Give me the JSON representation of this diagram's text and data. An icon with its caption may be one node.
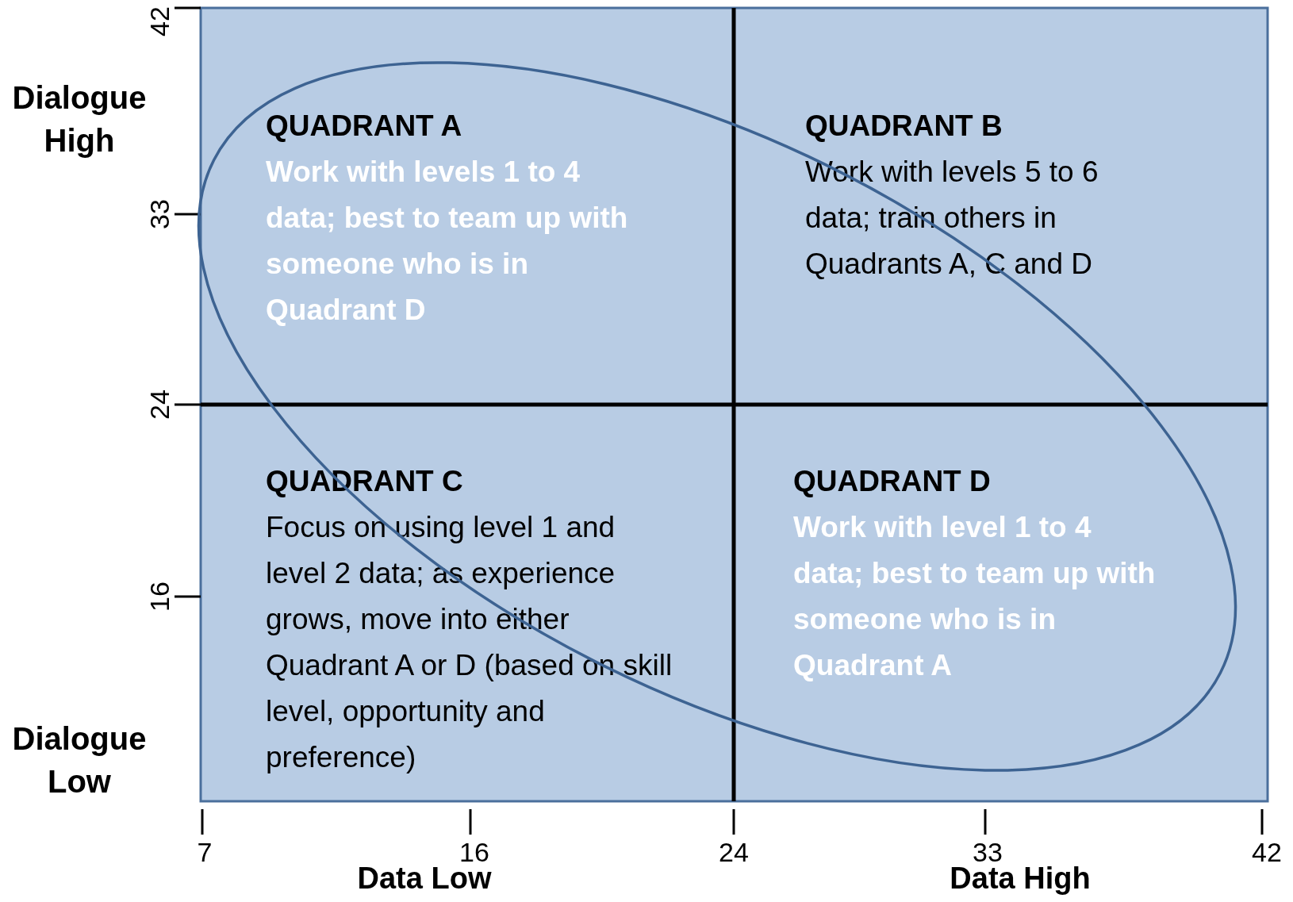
{
  "diagram": {
    "nodes": [
      {
        "text": [
          "QUADRANT A",
          "Work with levels 1 to 4 data; best to team up with someone who is in Quadrant D"
        ]
      },
      {
        "text": [
          "QUADRANT B",
          "Work with levels 5 to 6 data; train others in Quadrants A, C and D"
        ]
      },
      {
        "text": [
          "QUADRANT C",
          "Focus on using level 1 and level 2 data; as experience grows, move into either Quadrant A or D (based on skill level, opportunity and preference)"
        ]
      },
      {
        "text": [
          "QUADRANT D",
          "Work with level 1 to 4 data; best to team up with someone who is in Quadrant A"
        ]
      }
    ],
    "edges": [],
    "labels": [
      "42",
      "Dialogue High",
      "33",
      "24",
      "16",
      "Dialogue Low",
      "7",
      "16",
      "24",
      "33",
      "42",
      "Data Low",
      "Data High"
    ]
  }
}
